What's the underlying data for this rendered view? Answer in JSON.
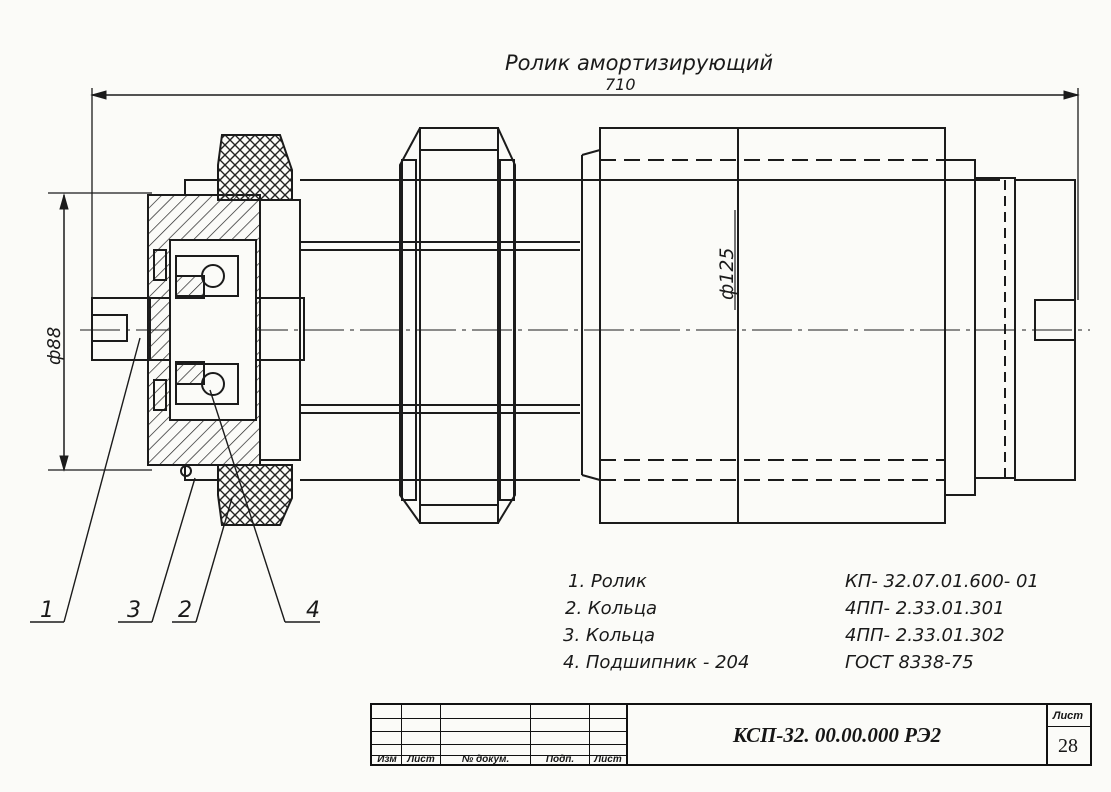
{
  "drawing": {
    "title": "Ролик   амортизирующий",
    "overall_dimension": "710",
    "diameter_roller": "ф125",
    "diameter_hub": "ф88",
    "callouts": [
      "1",
      "3",
      "2",
      "4"
    ]
  },
  "parts_list": [
    {
      "name": "1. Ролик",
      "designation": "КП- 32.07.01.600- 01"
    },
    {
      "name": "2. Кольца",
      "designation": "4ПП- 2.33.01.301"
    },
    {
      "name": "3. Кольца",
      "designation": "4ПП- 2.33.01.302"
    },
    {
      "name": "4. Подшипник - 204",
      "designation": "ГОСТ 8338-75"
    }
  ],
  "title_block": {
    "headers": [
      "Изм",
      "Лист",
      "№ докум.",
      "Подп.",
      "Лист"
    ],
    "document_code": "КСП-32. 00.00.000 РЭ2",
    "sheet_label": "Лист",
    "sheet_number": "28"
  }
}
